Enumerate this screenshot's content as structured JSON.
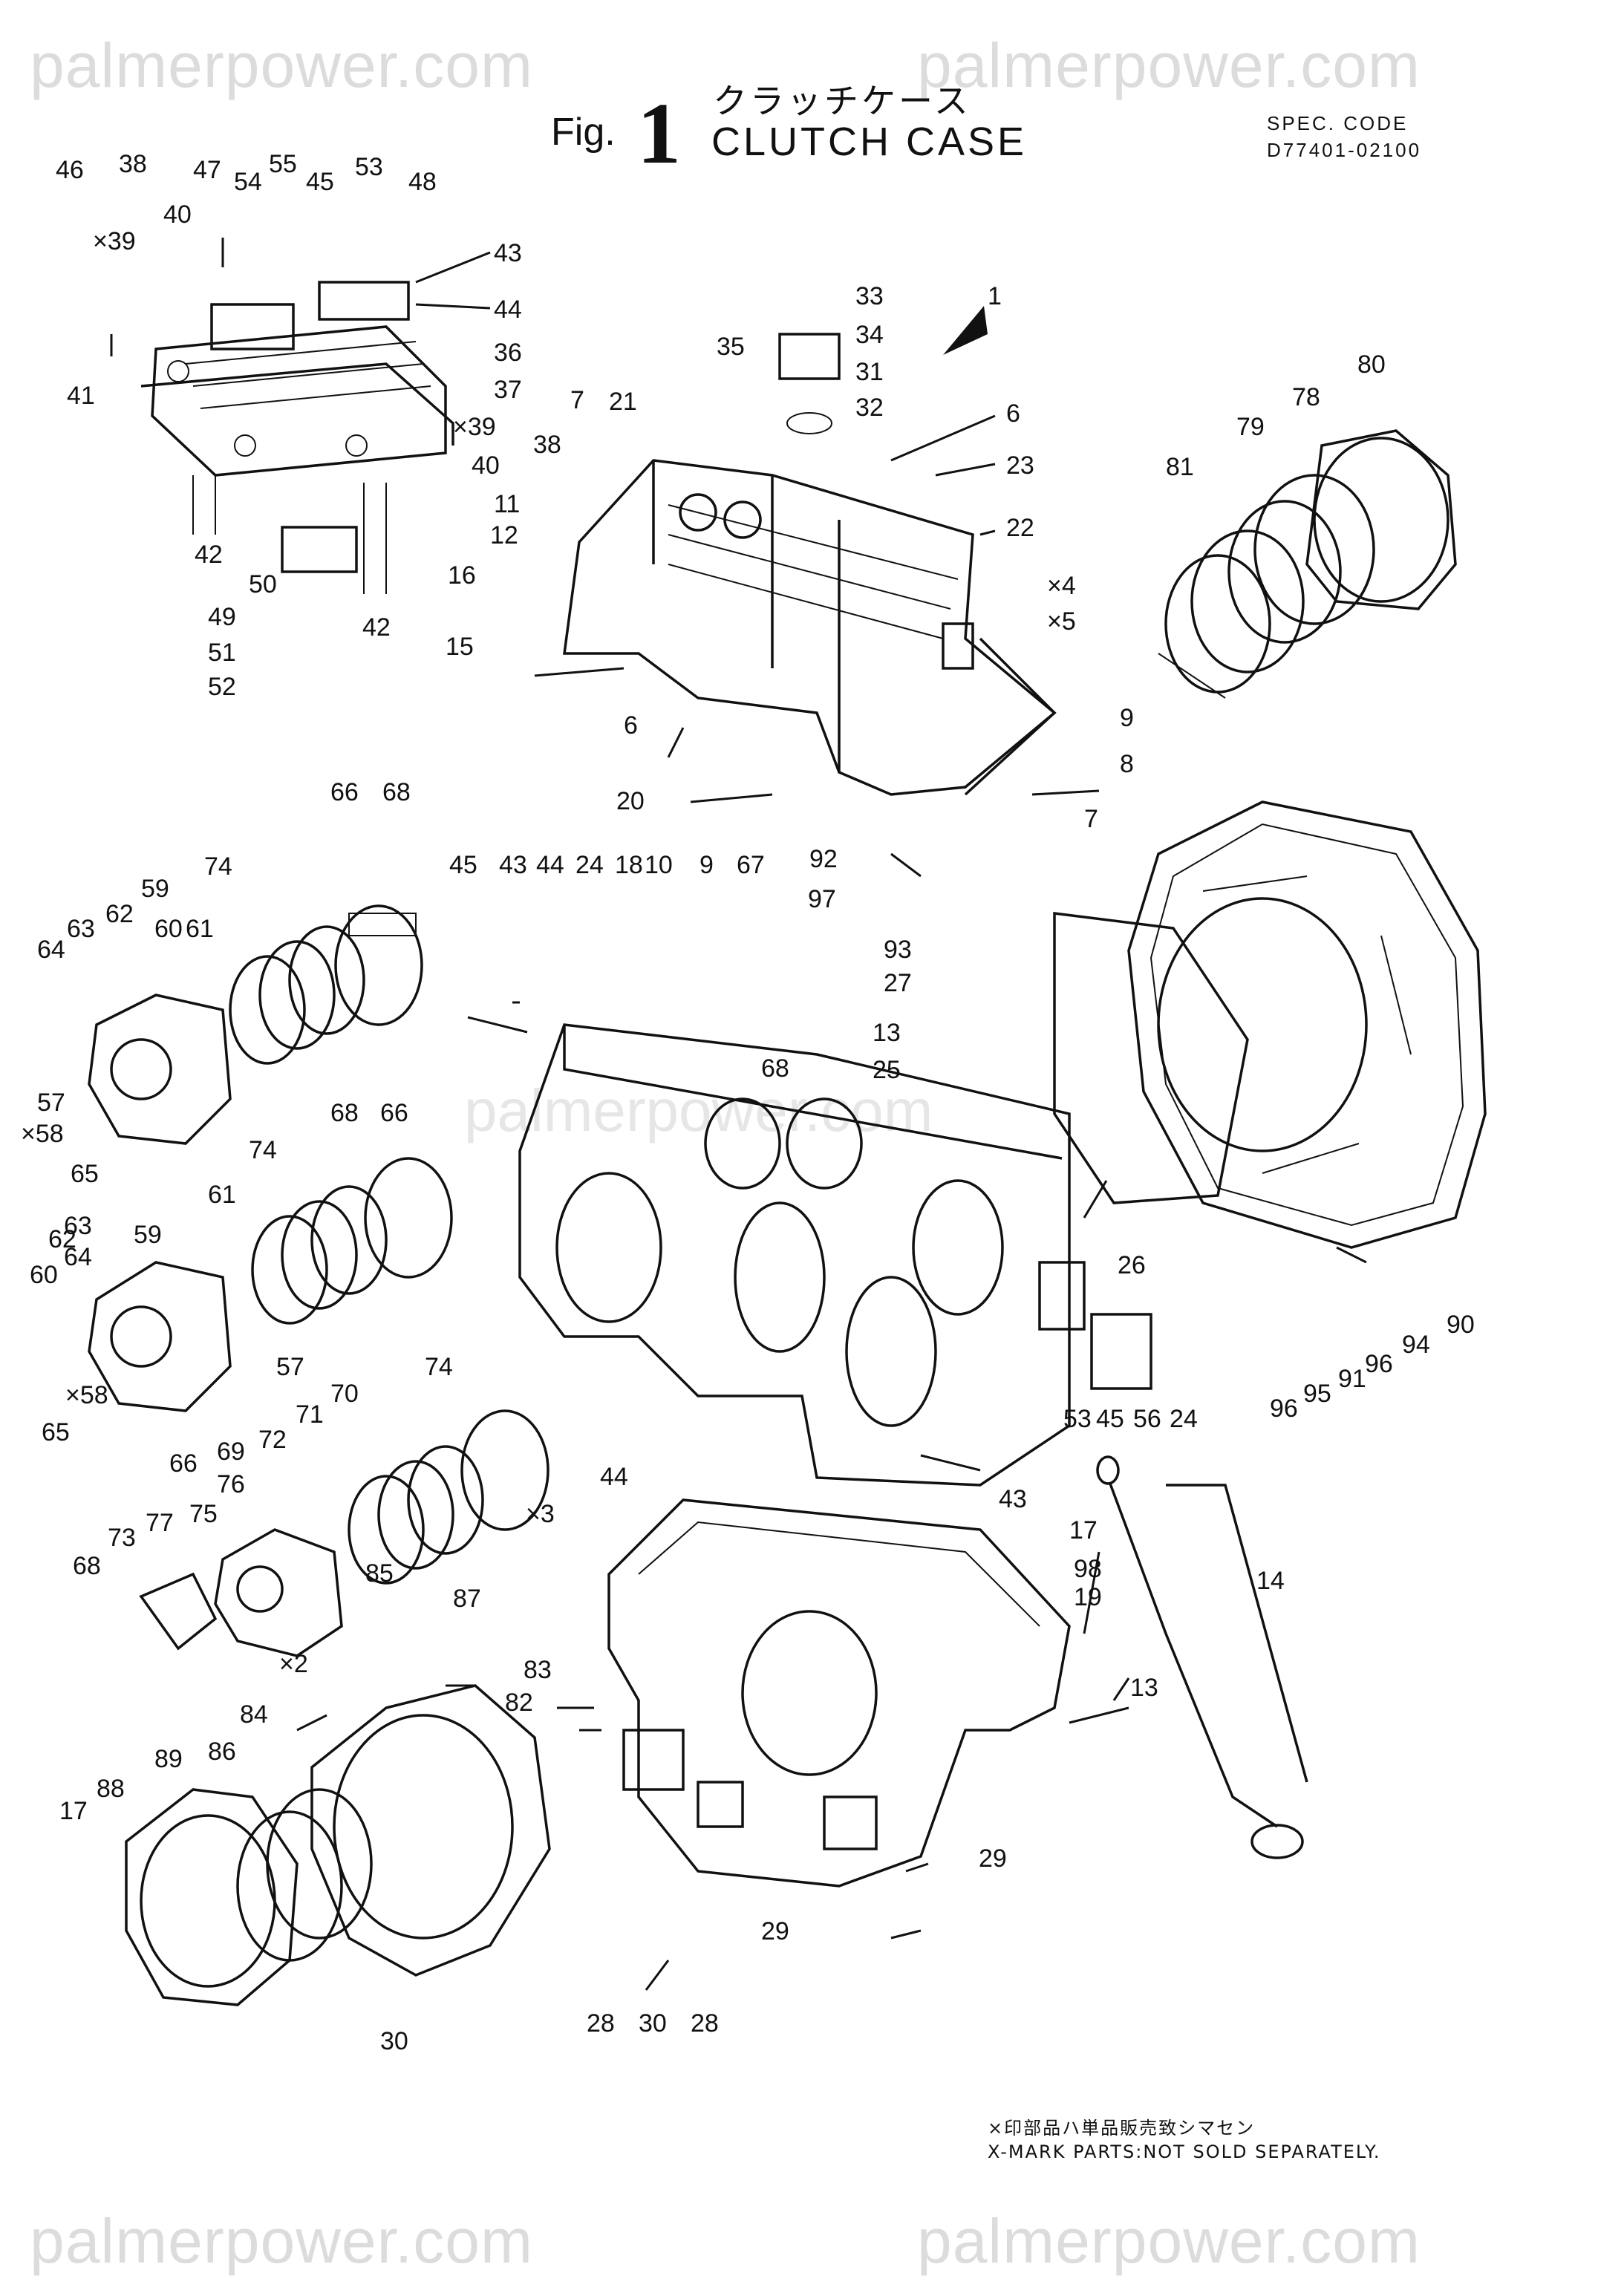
{
  "watermarks": [
    "palmerpower.com",
    "palmerpower.com",
    "palmerpower.com",
    "palmerpower.com"
  ],
  "center_watermark": "palmerpower.com",
  "title": {
    "fig_prefix": "Fig.",
    "fig_number": "1",
    "japanese": "クラッチケース",
    "english": "CLUTCH CASE"
  },
  "spec": {
    "label": "SPEC. CODE",
    "code": "D77401-02100"
  },
  "footer": {
    "japanese": "×印部品ハ単品販売致シマセン",
    "english": "X-MARK PARTS:NOT SOLD SEPARATELY."
  },
  "callouts": [
    "46",
    "38",
    "47",
    "54",
    "55",
    "45",
    "53",
    "48",
    "40",
    "×39",
    "43",
    "44",
    "36",
    "37",
    "41",
    "×39",
    "38",
    "40",
    "42",
    "50",
    "49",
    "51",
    "52",
    "42",
    "33",
    "34",
    "35",
    "31",
    "32",
    "1",
    "7",
    "21",
    "6",
    "23",
    "11",
    "12",
    "22",
    "16",
    "15",
    "×4",
    "×5",
    "6",
    "9",
    "8",
    "20",
    "7",
    "80",
    "78",
    "79",
    "81",
    "66",
    "68",
    "74",
    "59",
    "64",
    "63",
    "62",
    "60",
    "61",
    "57",
    "×58",
    "65",
    "45",
    "43",
    "44",
    "24",
    "18",
    "10",
    "9",
    "67",
    "92",
    "97",
    "93",
    "27",
    "13",
    "25",
    "68",
    "26",
    "90",
    "94",
    "96",
    "91",
    "95",
    "96",
    "68",
    "66",
    "74",
    "61",
    "59",
    "62",
    "63",
    "64",
    "60",
    "57",
    "×58",
    "65",
    "66",
    "74",
    "70",
    "71",
    "72",
    "69",
    "76",
    "75",
    "77",
    "73",
    "68",
    "×2",
    "×3",
    "44",
    "43",
    "53",
    "45",
    "56",
    "24",
    "17",
    "98",
    "19",
    "14",
    "13",
    "83",
    "82",
    "87",
    "85",
    "84",
    "89",
    "88",
    "86",
    "17",
    "30",
    "29",
    "28",
    "30",
    "28",
    "29"
  ]
}
